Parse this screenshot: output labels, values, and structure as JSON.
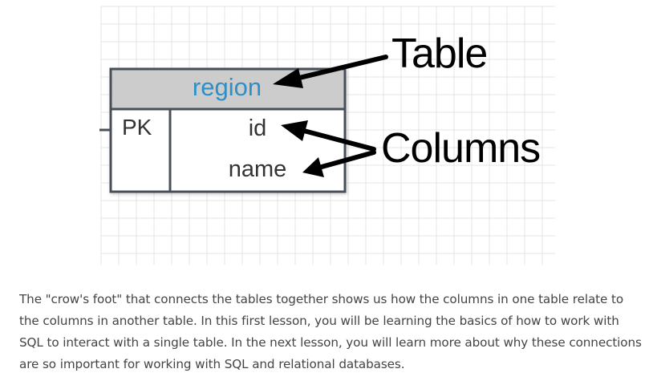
{
  "diagram": {
    "table_name": "region",
    "key_label": "PK",
    "columns": [
      "id",
      "name"
    ],
    "callout_table": "Table",
    "callout_columns": "Columns",
    "colors": {
      "grid": "#e4e4e4",
      "header_fill": "#cccccc",
      "border": "#4a5058",
      "table_name": "#2e8fc7",
      "text": "#333333",
      "arrow": "#000000"
    }
  },
  "body_text": "The \"crow's foot\" that connects the tables together shows us how the columns in one table relate to the columns in another table. In this first lesson, you will be learning the basics of how to work with SQL to interact with a single table. In the next lesson, you will learn more about why these connections are so important for working with SQL and relational databases."
}
